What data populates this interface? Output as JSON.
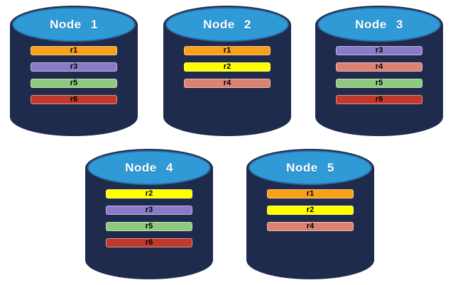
{
  "background": "#ffffff",
  "colors": {
    "cylinder_body": "#1F2B4D",
    "cylinder_top": "#2F9AD6",
    "cylinder_top_border": "#2B6CA3",
    "title_text": "#ffffff",
    "bar_text": "#000000",
    "partitions": {
      "r1": "#F9A01B",
      "r2": "#FFFF00",
      "r3": "#8A7BC8",
      "r4": "#DC8273",
      "r5": "#8FC97F",
      "r6": "#C0392B"
    }
  },
  "nodes": [
    {
      "label": "Node 1",
      "partitions": [
        "r1",
        "r3",
        "r5",
        "r6"
      ]
    },
    {
      "label": "Node 2",
      "partitions": [
        "r1",
        "r2",
        "r4"
      ]
    },
    {
      "label": "Node 3",
      "partitions": [
        "r3",
        "r4",
        "r5",
        "r6"
      ]
    },
    {
      "label": "Node 4",
      "partitions": [
        "r2",
        "r3",
        "r5",
        "r6"
      ]
    },
    {
      "label": "Node 5",
      "partitions": [
        "r1",
        "r2",
        "r4"
      ]
    }
  ]
}
